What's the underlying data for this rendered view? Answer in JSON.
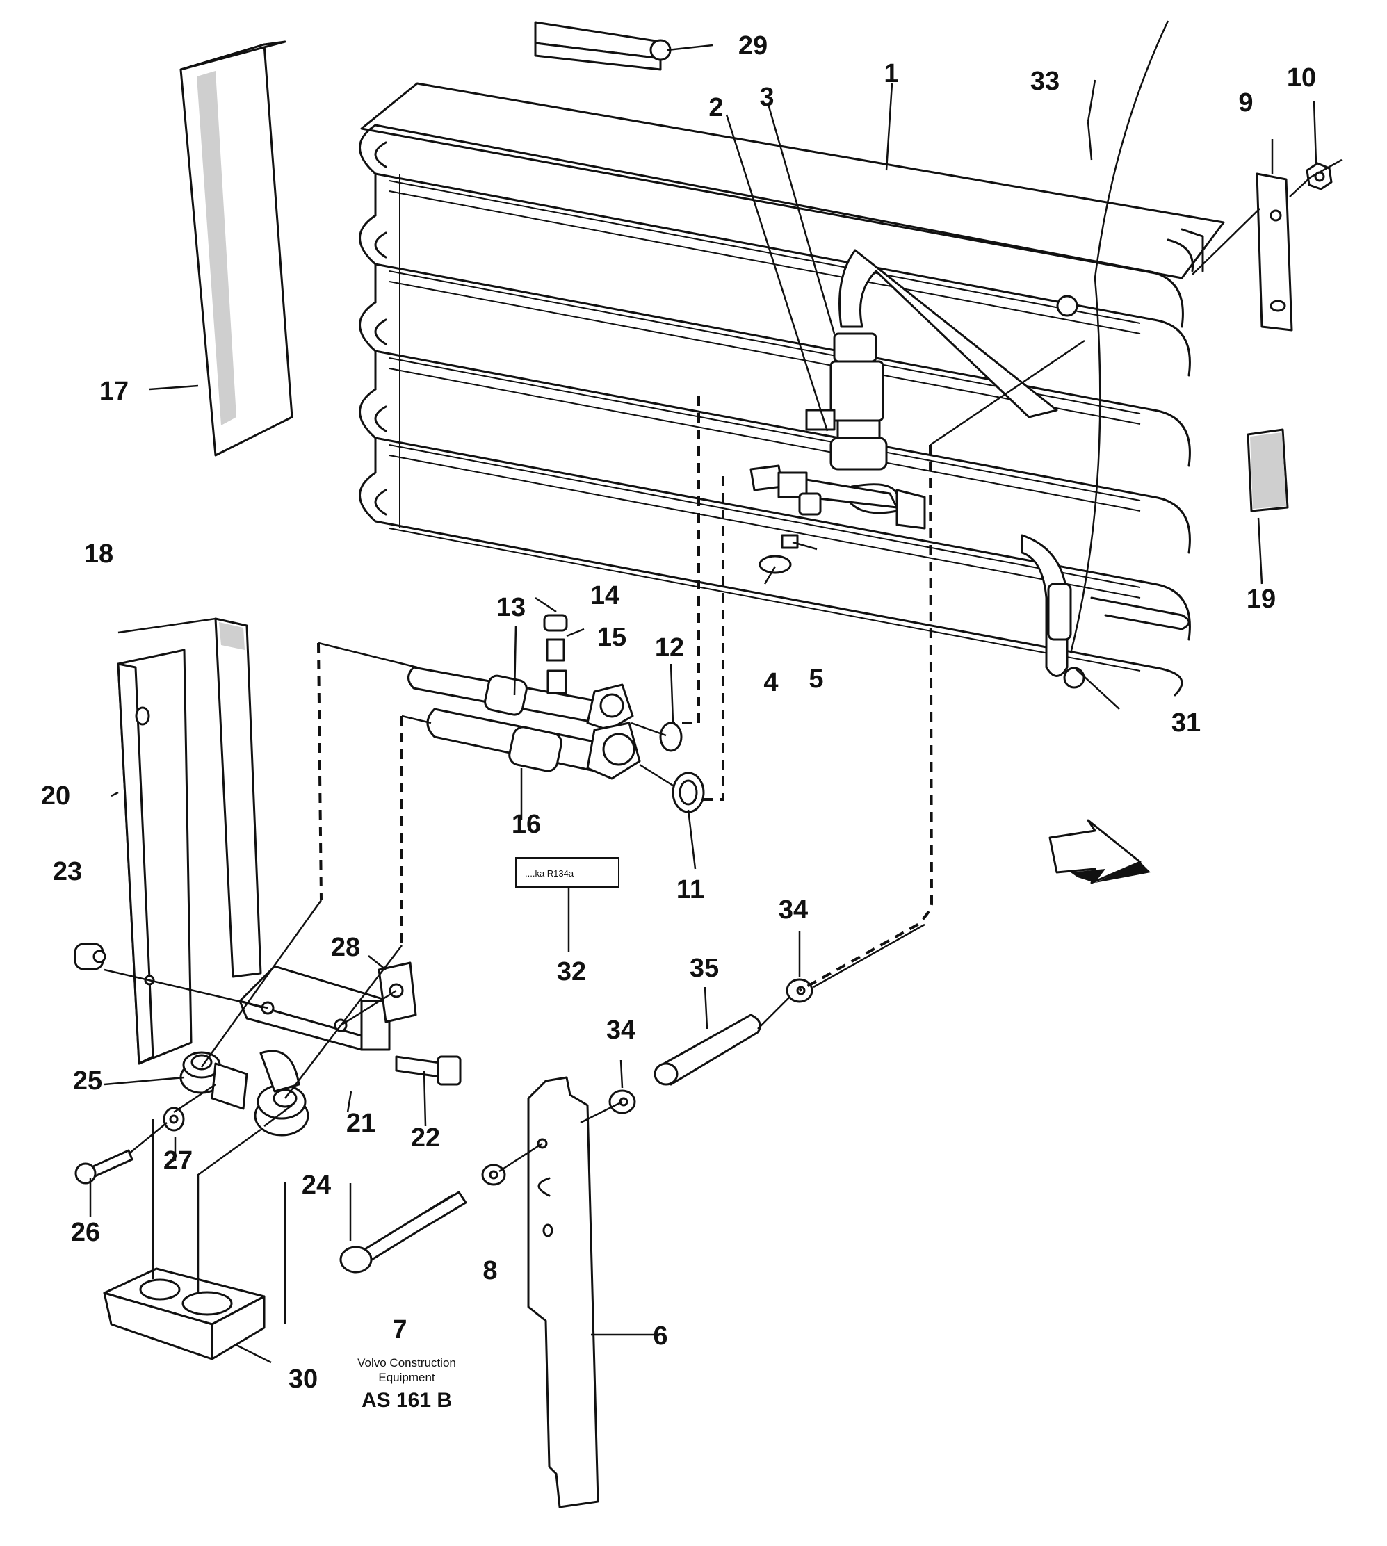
{
  "diagram": {
    "callouts": [
      {
        "id": "1",
        "text": "1"
      },
      {
        "id": "2",
        "text": "2"
      },
      {
        "id": "3",
        "text": "3"
      },
      {
        "id": "4",
        "text": "4"
      },
      {
        "id": "5",
        "text": "5"
      },
      {
        "id": "6",
        "text": "6"
      },
      {
        "id": "7",
        "text": "7"
      },
      {
        "id": "8",
        "text": "8"
      },
      {
        "id": "9",
        "text": "9"
      },
      {
        "id": "10",
        "text": "10"
      },
      {
        "id": "11",
        "text": "11"
      },
      {
        "id": "12",
        "text": "12"
      },
      {
        "id": "13",
        "text": "13"
      },
      {
        "id": "14",
        "text": "14"
      },
      {
        "id": "15",
        "text": "15"
      },
      {
        "id": "16",
        "text": "16"
      },
      {
        "id": "17",
        "text": "17"
      },
      {
        "id": "18",
        "text": "18"
      },
      {
        "id": "19",
        "text": "19"
      },
      {
        "id": "20",
        "text": "20"
      },
      {
        "id": "21",
        "text": "21"
      },
      {
        "id": "22",
        "text": "22"
      },
      {
        "id": "23",
        "text": "23"
      },
      {
        "id": "24",
        "text": "24"
      },
      {
        "id": "25",
        "text": "25"
      },
      {
        "id": "26",
        "text": "26"
      },
      {
        "id": "27",
        "text": "27"
      },
      {
        "id": "28",
        "text": "28"
      },
      {
        "id": "29",
        "text": "29"
      },
      {
        "id": "30",
        "text": "30"
      },
      {
        "id": "31",
        "text": "31"
      },
      {
        "id": "32",
        "text": "32"
      },
      {
        "id": "33",
        "text": "33"
      },
      {
        "id": "34a",
        "text": "34"
      },
      {
        "id": "34b",
        "text": "34"
      },
      {
        "id": "35",
        "text": "35"
      }
    ],
    "label_tag_text": "....ka R134a",
    "caption": {
      "line1": "Volvo Construction",
      "line2": "Equipment",
      "code": "AS 161 B"
    }
  }
}
